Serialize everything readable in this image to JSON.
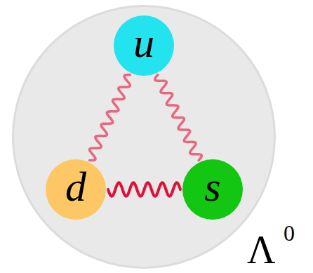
{
  "diagram": {
    "nodes": [
      {
        "text": [
          "Λ",
          "0"
        ]
      },
      {
        "text": [
          "u"
        ],
        "in": 0
      },
      {
        "text": [
          "d"
        ],
        "in": 0
      },
      {
        "text": [
          "s"
        ],
        "in": 0
      }
    ],
    "edges": [
      {
        "from": 1,
        "to": 2,
        "arrow": "none"
      },
      {
        "from": 1,
        "to": 3,
        "arrow": "none"
      },
      {
        "from": 2,
        "to": 3,
        "arrow": "none"
      }
    ]
  }
}
